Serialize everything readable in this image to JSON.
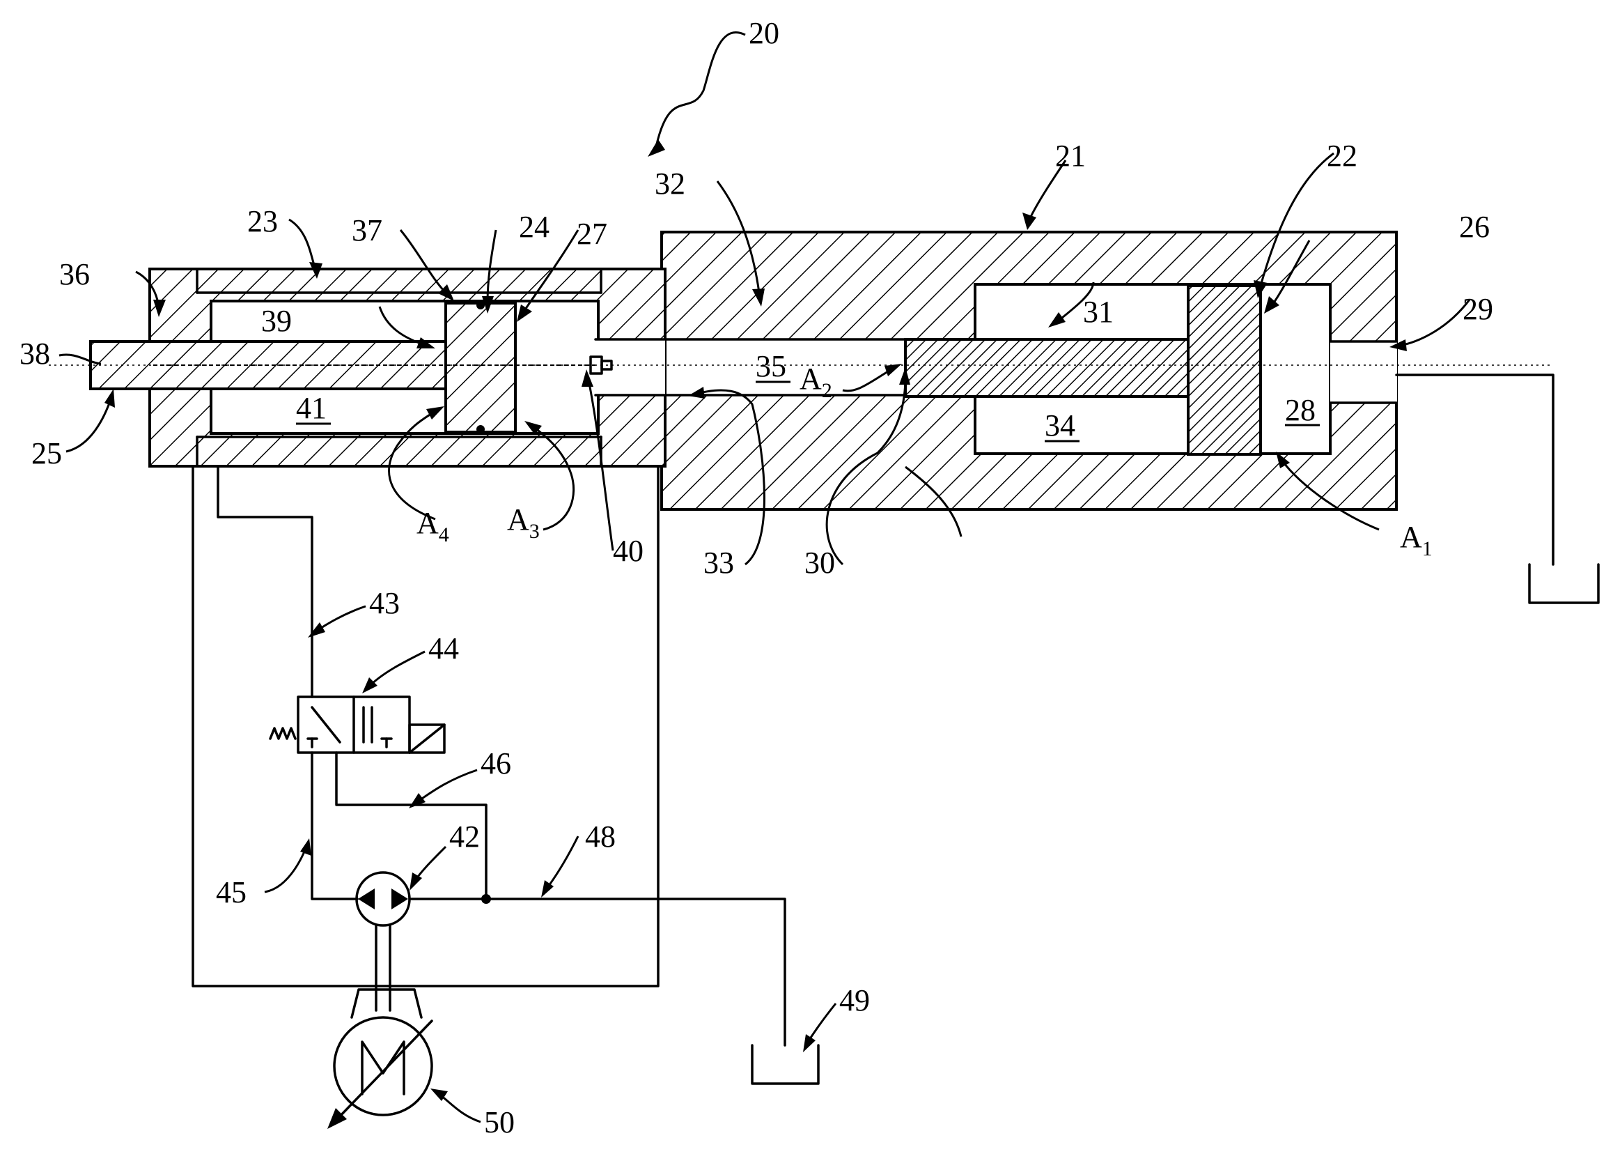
{
  "labels": {
    "n20": "20",
    "n21": "21",
    "n22": "22",
    "n23": "23",
    "n24": "24",
    "n25": "25",
    "n26": "26",
    "n27": "27",
    "n28": "28",
    "n29": "29",
    "n30": "30",
    "n31": "31",
    "n32": "32",
    "n33": "33",
    "n34": "34",
    "n35": "35",
    "n36": "36",
    "n37": "37",
    "n38": "38",
    "n39": "39",
    "n40": "40",
    "n41": "41",
    "n42": "42",
    "n43": "43",
    "n44": "44",
    "n45": "45",
    "n46": "46",
    "n48": "48",
    "n49": "49",
    "n50": "50"
  },
  "areas": {
    "a1": {
      "letter": "A",
      "sub": "1"
    },
    "a2": {
      "letter": "A",
      "sub": "2"
    },
    "a3": {
      "letter": "A",
      "sub": "3"
    },
    "a4": {
      "letter": "A",
      "sub": "4"
    }
  },
  "colors": {
    "ink": "#000000",
    "paper": "#ffffff"
  }
}
